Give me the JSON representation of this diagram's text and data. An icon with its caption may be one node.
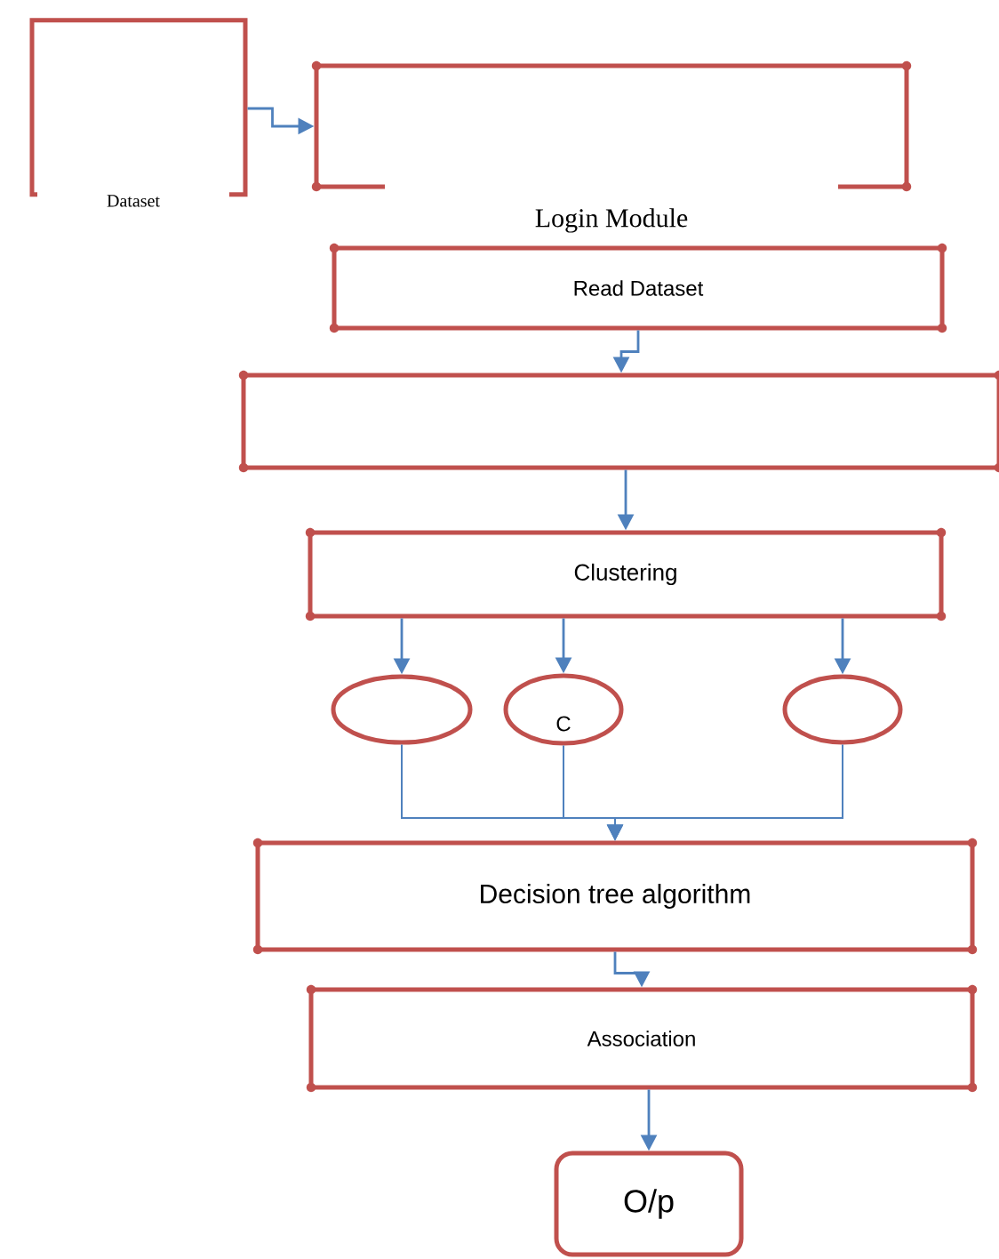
{
  "diagram": {
    "nodes": [
      {
        "text": [
          "Dataset"
        ]
      },
      {
        "text": [
          "Login Module"
        ]
      },
      {
        "text": [
          "Read Dataset"
        ]
      },
      {
        "text": [],
        "shape": "box"
      },
      {
        "text": [
          "Clustering"
        ]
      },
      {
        "text": [],
        "shape": "ellipse"
      },
      {
        "text": [
          "C"
        ]
      },
      {
        "text": [],
        "shape": "ellipse"
      },
      {
        "text": [
          "Decision tree algorithm"
        ]
      },
      {
        "text": [
          "Association"
        ]
      },
      {
        "text": [
          "O/p"
        ]
      }
    ],
    "edges": [
      {
        "from": 0,
        "to": 1,
        "arrow": "to"
      },
      {
        "from": 2,
        "to": 3,
        "arrow": "to"
      },
      {
        "from": 3,
        "to": 4,
        "arrow": "to"
      },
      {
        "from": 4,
        "to": 5,
        "arrow": "to"
      },
      {
        "from": 4,
        "to": 6,
        "arrow": "to"
      },
      {
        "from": 4,
        "to": 7,
        "arrow": "to"
      },
      {
        "from": 5,
        "to": 8,
        "arrow": "to"
      },
      {
        "from": 6,
        "to": 8,
        "arrow": "to"
      },
      {
        "from": 7,
        "to": 8,
        "arrow": "to"
      },
      {
        "from": 8,
        "to": 9,
        "arrow": "to"
      },
      {
        "from": 9,
        "to": 10,
        "arrow": "to"
      }
    ]
  }
}
